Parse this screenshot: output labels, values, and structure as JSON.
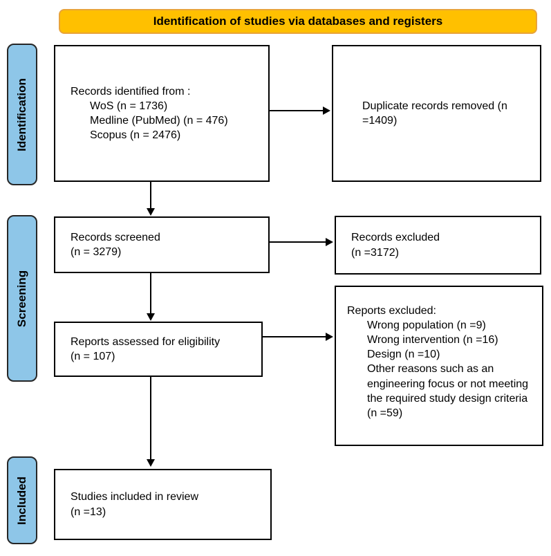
{
  "banner": {
    "label": "Identification of studies via databases and registers"
  },
  "stages": [
    {
      "label": "Identification"
    },
    {
      "label": "Screening"
    },
    {
      "label": "Included"
    }
  ],
  "boxes": {
    "identified": {
      "title": "Records identified from :",
      "items": [
        "WoS (n = 1736)",
        "Medline (PubMed) (n = 476)",
        "Scopus (n = 2476)"
      ]
    },
    "duplicates": {
      "text": "Duplicate records removed (n =1409)"
    },
    "screened": {
      "line1": "Records screened",
      "line2": "(n = 3279)"
    },
    "records_excluded": {
      "line1": "Records excluded",
      "line2": "(n =3172)"
    },
    "assessed": {
      "line1": "Reports assessed for eligibility",
      "line2": "(n = 107)"
    },
    "reports_excluded": {
      "title": "Reports excluded:",
      "items": [
        "Wrong population (n =9)",
        "Wrong intervention (n =16)",
        "Design (n =10)",
        "Other reasons such as an engineering focus or not meeting the required study design criteria (n =59)"
      ]
    },
    "included": {
      "line1": "Studies included in review",
      "line2": "(n =13)"
    }
  },
  "colors": {
    "banner_fill": "#FFC000",
    "banner_border": "#E8A33A",
    "stage_fill": "#8EC6E8",
    "stage_border": "#262626",
    "box_border": "#000000",
    "arrow": "#000000",
    "text": "#000000"
  }
}
